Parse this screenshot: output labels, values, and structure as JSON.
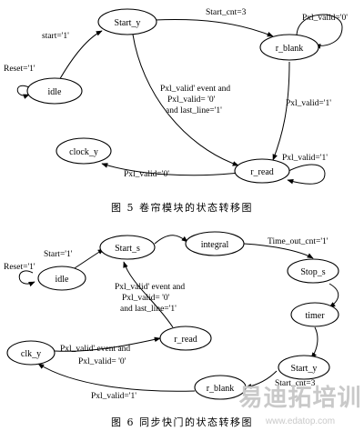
{
  "diagram1": {
    "caption": "图 5  卷帘模块的状态转移图",
    "states": {
      "idle": "idle",
      "start_y": "Start_y",
      "r_blank": "r_blank",
      "clock_y": "clock_y",
      "r_read": "r_read"
    },
    "transitions": {
      "reset": "Reset='1'",
      "idle_to_start": "start='1'",
      "start_to_blank": "Start_cnt=3",
      "blank_self": "Pxl_valid='0'",
      "blank_to_read": "Pxl_valid='1'",
      "read_self": "Pxl_valid='1'",
      "read_to_clock": "Pxl_valid='0'",
      "start_to_read_line1": "Pxl_valid' event and",
      "start_to_read_line2": "Pxl_valid= '0'",
      "start_to_read_line3": "and last_line='1'"
    }
  },
  "diagram2": {
    "caption": "图 6  同步快门的状态转移图",
    "states": {
      "idle": "idle",
      "start_s": "Start_s",
      "integral": "integral",
      "stop_s": "Stop_s",
      "timer": "timer",
      "start_y": "Start_y",
      "r_blank": "r_blank",
      "r_read": "r_read",
      "clk_y": "clk_y"
    },
    "transitions": {
      "reset": "Reset='1'",
      "idle_to_start": "Start='1'",
      "integral_to_stop": "Time_out_cnt='1'",
      "start_y_to_blank": "Start_cnt=3",
      "blank_to_clk": "Pxl_valid='1'",
      "read_to_start_line1": "Pxl_valid' event and",
      "read_to_start_line2": "Pxl_valid= '0'",
      "read_to_start_line3": "and last_line='1'",
      "clk_to_read_line1": "Pxl_valid' event and",
      "clk_to_read_line2": "Pxl_valid= '0'"
    }
  },
  "watermark": {
    "text": "易迪拓培训",
    "url": "www.edatop.com"
  }
}
